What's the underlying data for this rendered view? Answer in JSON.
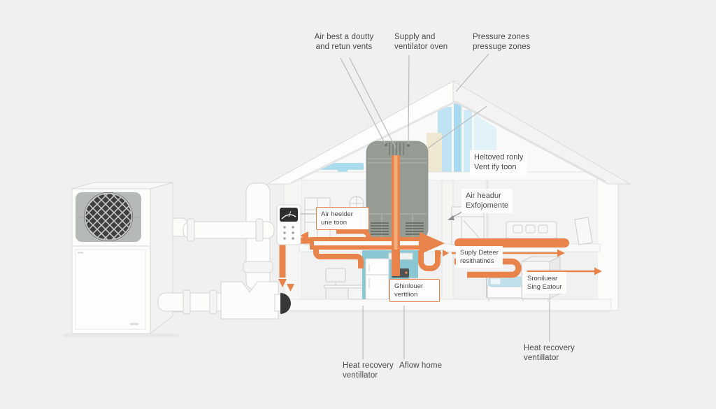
{
  "title": "Home heat recovery ventilation diagram",
  "colors": {
    "background": "#EFF0EF",
    "orange": "#E8834B",
    "orange_light": "#F4AC7C",
    "duct_blue": "#ABDCEE",
    "window_blue": "#BFE3F3",
    "kitchen_teal": "#8AC7D2",
    "hrv_gray": "#969B93",
    "label_text": "#4B4B4B"
  },
  "labels": {
    "duct_vents": "Air best a doutty\nand retun vents",
    "supply_oven": "Supply and\nventilator oven",
    "pressure_zones": "Pressure zones\npressuge zones",
    "attic_vent": "Heltoved ronly\nVent ify toon",
    "air_headur": "Air headur\nExfojomente",
    "air_heelder_box": "Air heelder\nune toon",
    "supply_deteer": "Suply Deteer\nresithatines",
    "ghinlouer_box": "Ghinlouer\nverttlion",
    "sroniluear": "Sroniluear\nSing Eatour",
    "hrv_left": "Heat recovery\nventillator",
    "aflow_home": "Aflow home",
    "hrv_right": "Heat recovery\nventillator"
  }
}
